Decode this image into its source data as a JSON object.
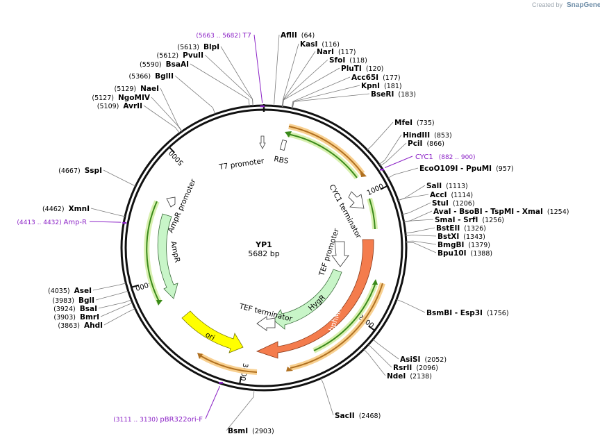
{
  "credit": {
    "prefix": "Created by",
    "brand": "SnapGene"
  },
  "plasmid": {
    "name": "YP1",
    "length": "5682 bp",
    "total": 5682
  },
  "ticks": [
    "1000",
    "2000",
    "3000",
    "4000",
    "5000"
  ],
  "enzymes_right": [
    {
      "name": "AflII",
      "pos": "(64)",
      "bp": 64
    },
    {
      "name": "KasI",
      "pos": "(116)",
      "bp": 116
    },
    {
      "name": "NarI",
      "pos": "(117)",
      "bp": 117
    },
    {
      "name": "SfoI",
      "pos": "(118)",
      "bp": 118
    },
    {
      "name": "PluTI",
      "pos": "(120)",
      "bp": 120
    },
    {
      "name": "Acc65I",
      "pos": "(177)",
      "bp": 177
    },
    {
      "name": "KpnI",
      "pos": "(181)",
      "bp": 181
    },
    {
      "name": "BseRI",
      "pos": "(183)",
      "bp": 183
    },
    {
      "name": "MfeI",
      "pos": "(735)",
      "bp": 735
    },
    {
      "name": "HindIII",
      "pos": "(853)",
      "bp": 853
    },
    {
      "name": "PciI",
      "pos": "(866)",
      "bp": 866
    },
    {
      "name": "EcoO109I - PpuMI",
      "pos": "(957)",
      "bp": 957
    },
    {
      "name": "SalI",
      "pos": "(1113)",
      "bp": 1113
    },
    {
      "name": "AccI",
      "pos": "(1114)",
      "bp": 1114
    },
    {
      "name": "StuI",
      "pos": "(1206)",
      "bp": 1206
    },
    {
      "name": "AvaI - BsoBI - TspMI - XmaI",
      "pos": "(1254)",
      "bp": 1254
    },
    {
      "name": "SmaI - SrfI",
      "pos": "(1256)",
      "bp": 1256
    },
    {
      "name": "BstEII",
      "pos": "(1326)",
      "bp": 1326
    },
    {
      "name": "BstXI",
      "pos": "(1343)",
      "bp": 1343
    },
    {
      "name": "BmgBI",
      "pos": "(1379)",
      "bp": 1379
    },
    {
      "name": "Bpu10I",
      "pos": "(1388)",
      "bp": 1388
    },
    {
      "name": "BsmBI - Esp3I",
      "pos": "(1756)",
      "bp": 1756
    },
    {
      "name": "AsiSI",
      "pos": "(2052)",
      "bp": 2052
    },
    {
      "name": "RsrII",
      "pos": "(2096)",
      "bp": 2096
    },
    {
      "name": "NdeI",
      "pos": "(2138)",
      "bp": 2138
    },
    {
      "name": "SacII",
      "pos": "(2468)",
      "bp": 2468
    },
    {
      "name": "BsmI",
      "pos": "(2903)",
      "bp": 2903
    }
  ],
  "enzymes_left": [
    {
      "name": "AhdI",
      "pos": "(3863)",
      "bp": 3863
    },
    {
      "name": "BmrI",
      "pos": "(3903)",
      "bp": 3903
    },
    {
      "name": "BsaI",
      "pos": "(3924)",
      "bp": 3924
    },
    {
      "name": "BglI",
      "pos": "(3983)",
      "bp": 3983
    },
    {
      "name": "AseI",
      "pos": "(4035)",
      "bp": 4035
    },
    {
      "name": "XmnI",
      "pos": "(4462)",
      "bp": 4462
    },
    {
      "name": "SspI",
      "pos": "(4667)",
      "bp": 4667
    },
    {
      "name": "AvrII",
      "pos": "(5109)",
      "bp": 5109
    },
    {
      "name": "NgoMIV",
      "pos": "(5127)",
      "bp": 5127
    },
    {
      "name": "NaeI",
      "pos": "(5129)",
      "bp": 5129
    },
    {
      "name": "BglII",
      "pos": "(5366)",
      "bp": 5366
    },
    {
      "name": "BsaAI",
      "pos": "(5590)",
      "bp": 5590
    },
    {
      "name": "PvuII",
      "pos": "(5612)",
      "bp": 5612
    },
    {
      "name": "BlpI",
      "pos": "(5613)",
      "bp": 5613
    }
  ],
  "primers": [
    {
      "name": "T7",
      "range": "(5663 .. 5682)",
      "bp": 5672
    },
    {
      "name": "CYC1",
      "range": "(882 .. 900)",
      "bp": 891
    },
    {
      "name": "Amp-R",
      "range": "(4413 .. 4432)",
      "bp": 4422
    },
    {
      "name": "pBR322ori-F",
      "range": "(3111 .. 3130)",
      "bp": 3120
    }
  ],
  "features": {
    "t7_promoter": "T7 promoter",
    "rbs": "RBS",
    "cyc1_terminator": "CYC1 terminator",
    "tef_promoter": "TEF promoter",
    "hygr": "HygR",
    "hphmx6": "hphMX6",
    "tef_terminator": "TEF terminator",
    "ori": "ori",
    "ampr": "AmpR",
    "ampr_promoter": "AmpR promoter"
  },
  "colors": {
    "backbone": "#111111",
    "hphmx6": "#f47c4d",
    "hygr": "#c8f5c8",
    "ampr": "#c8f5c8",
    "ori": "#ffff00",
    "primer": "#8b22c6",
    "orange_arrow": "#e8a040",
    "green_arrow": "#4a9a2a"
  }
}
